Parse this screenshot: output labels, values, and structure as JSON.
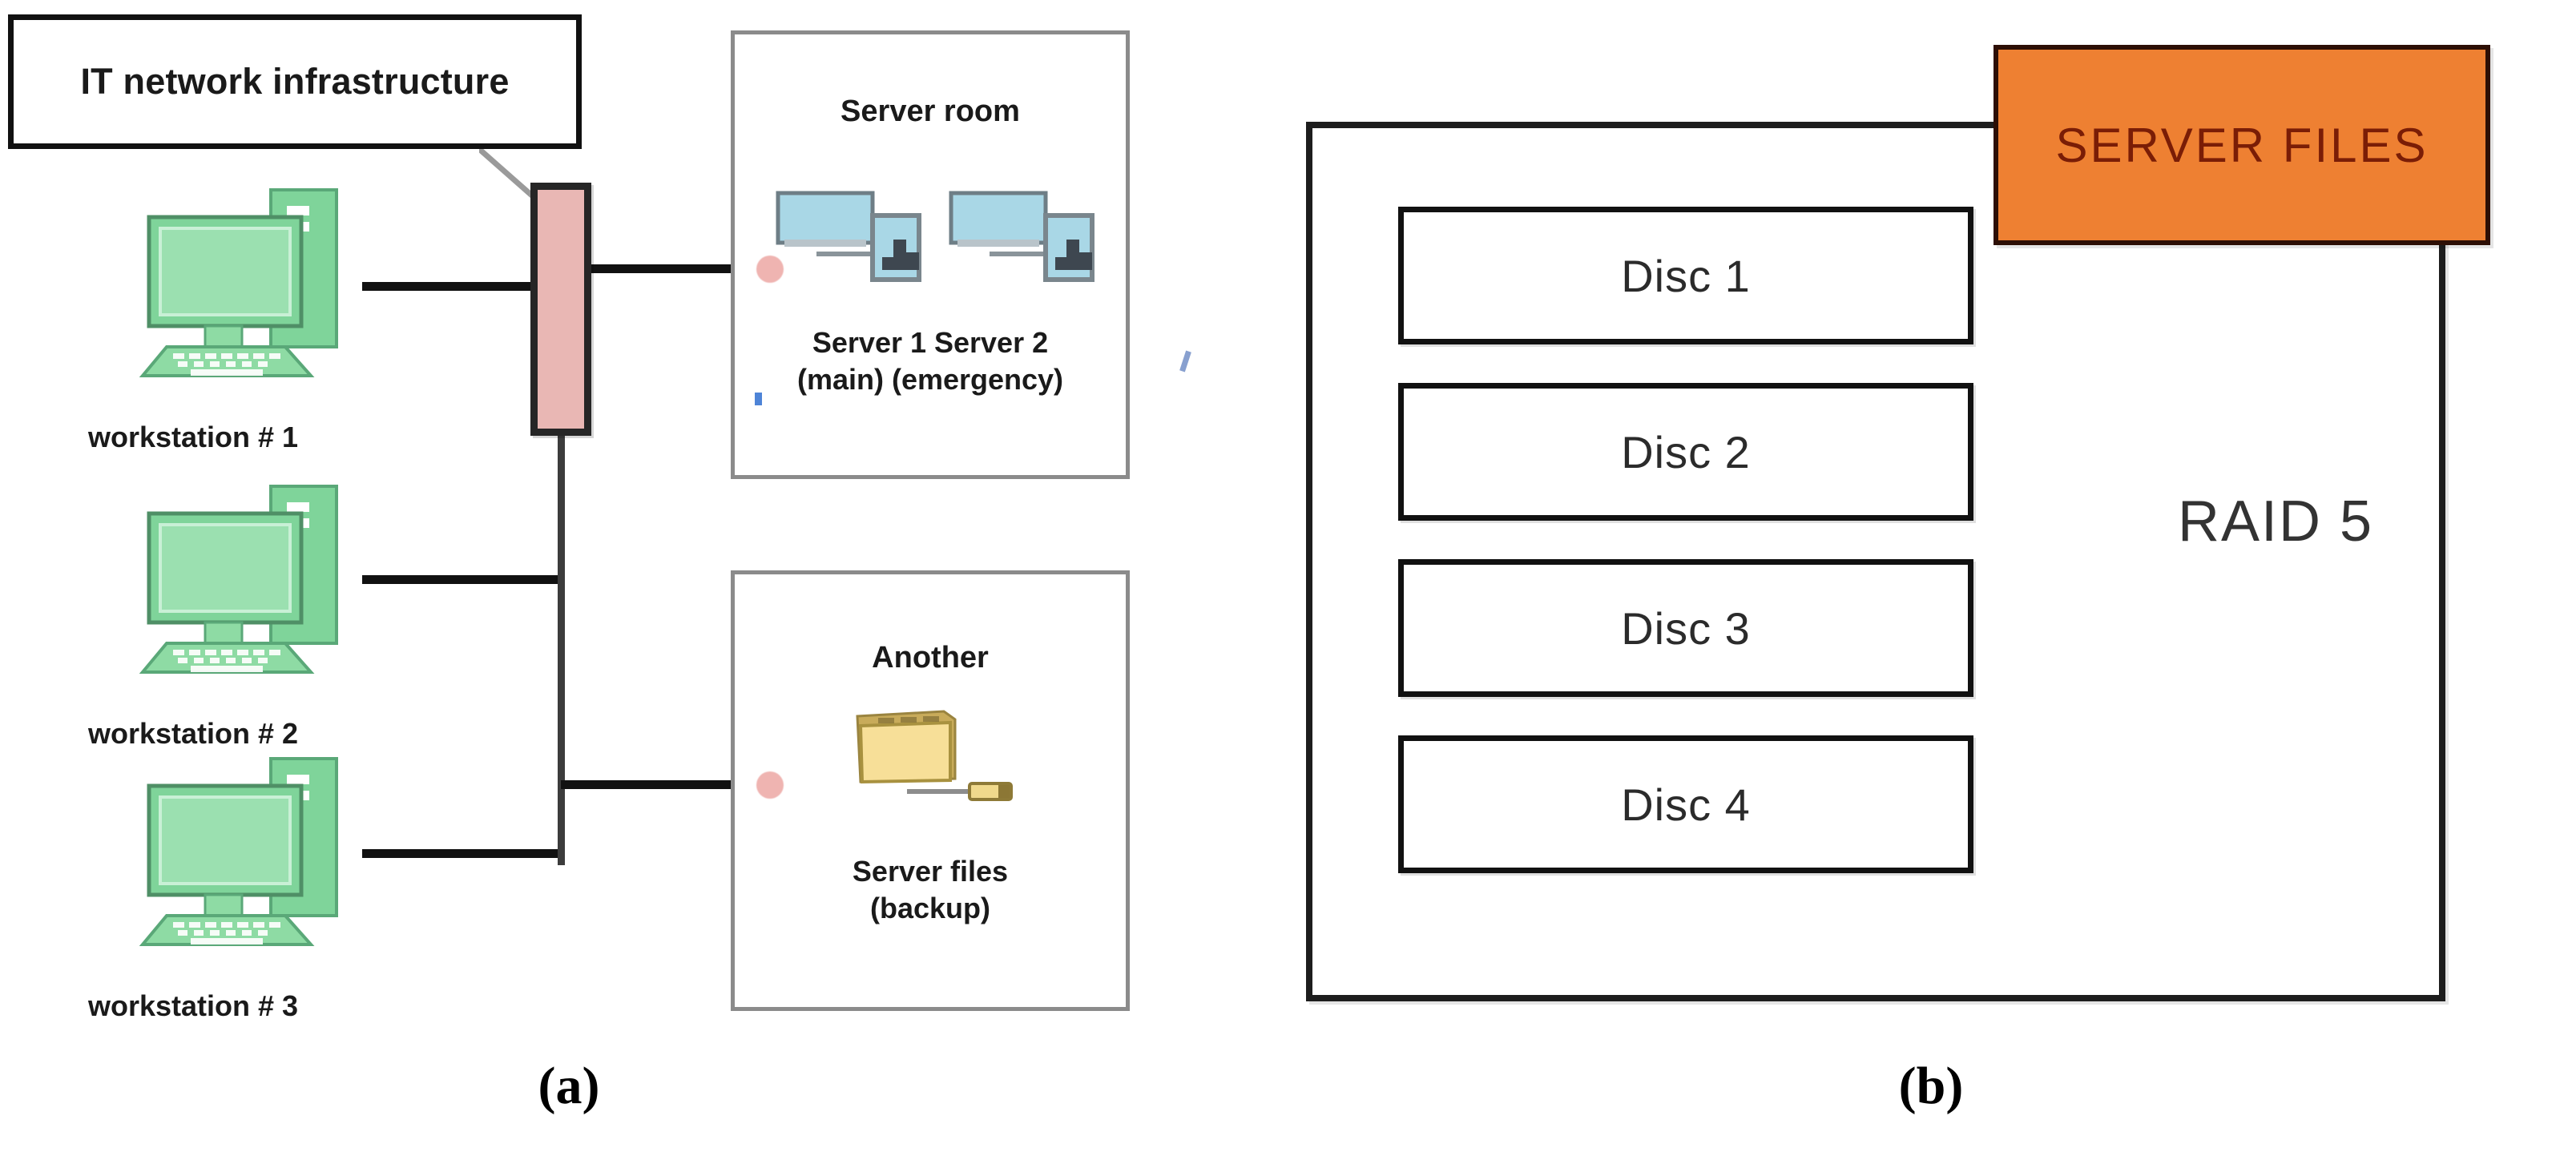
{
  "figure": {
    "panels": [
      {
        "id": "a",
        "caption": "(a)"
      },
      {
        "id": "b",
        "caption": "(b)"
      }
    ]
  },
  "panel_a": {
    "title_box": {
      "label": "IT network infrastructure"
    },
    "workstations": [
      {
        "label": "workstation # 1",
        "icon": "desktop-computer-icon"
      },
      {
        "label": "workstation # 2",
        "icon": "desktop-computer-icon"
      },
      {
        "label": "workstation # 3",
        "icon": "desktop-computer-icon"
      }
    ],
    "bus": {
      "icon": "network-switch-bar"
    },
    "server_room": {
      "title": "Server room",
      "servers": [
        {
          "name": "Server 1",
          "role": "(main)",
          "icon": "server-computer-icon"
        },
        {
          "name": "Server 2",
          "role": "(emergency)",
          "icon": "server-computer-icon"
        }
      ],
      "caption_line_1": "Server 1  Server 2",
      "caption_line_2": "(main) (emergency)"
    },
    "backup": {
      "title": "Another",
      "icon": "folder-files-icon",
      "caption_line_1": "Server files",
      "caption_line_2": "(backup)"
    }
  },
  "panel_b": {
    "server_files_box": {
      "label": "SERVER FILES"
    },
    "raid_label": "RAID 5",
    "discs": [
      {
        "label": "Disc  1"
      },
      {
        "label": "Disc 2"
      },
      {
        "label": "Disc 3"
      },
      {
        "label": "Disc 4"
      }
    ]
  },
  "colors": {
    "workstation_green": "#7fd49a",
    "server_blue": "#a9d7e6",
    "bus_pink": "#e9b7b4",
    "orange_fill": "#ee8032",
    "orange_border": "#2d0f05",
    "orange_text": "#7a1d06",
    "folder_yellow": "#f5dd8f",
    "box_border_gray": "#8b8b8b",
    "line_black": "#111111"
  }
}
